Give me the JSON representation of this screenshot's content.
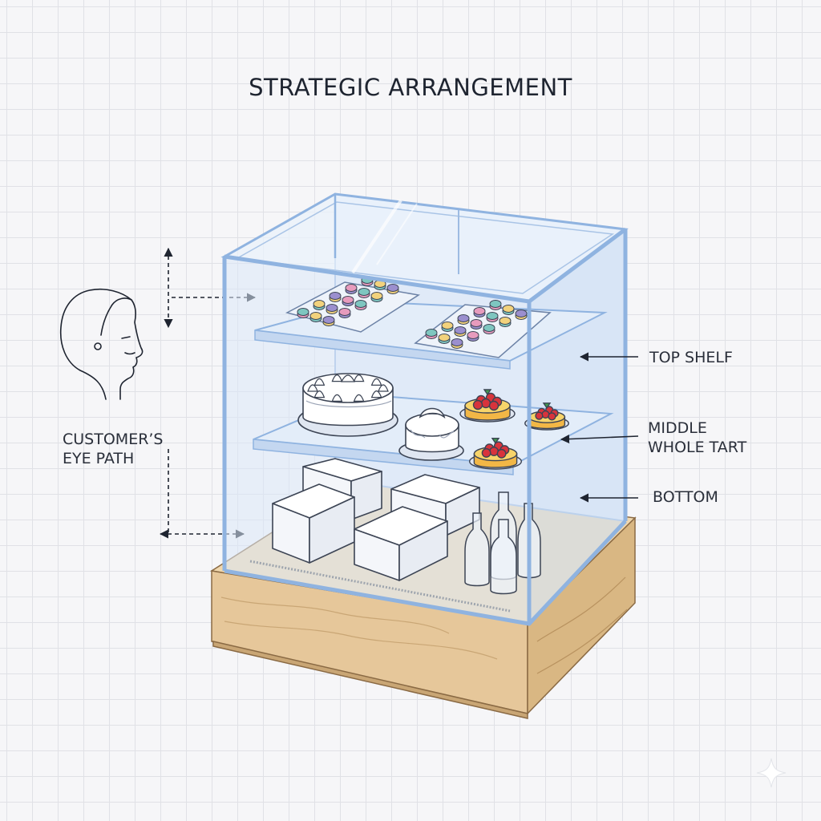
{
  "title": "STRATEGIC ARRANGEMENT",
  "labels": {
    "customer_eye_path": [
      "CUSTOMER’S",
      "EYE PATH"
    ],
    "top_shelf": "TOP SHELF",
    "middle": [
      "MIDDLE",
      "WHOLE TART"
    ],
    "bottom": "BOTTOM"
  },
  "colors": {
    "glass_frame": "#8fb3e0",
    "glass_fill": "#dde9f8",
    "wood": "#e6c79a",
    "wood_dark": "#c9a675",
    "berry": "#d8343c",
    "tart_crust": "#f2b746",
    "macaron_pink": "#e79bbd",
    "macaron_purple": "#9b8fce",
    "macaron_teal": "#7ec6c0",
    "macaron_yellow": "#f2d27c"
  },
  "icons": {
    "customer": "head-profile-icon",
    "watermark": "sparkle-icon"
  }
}
